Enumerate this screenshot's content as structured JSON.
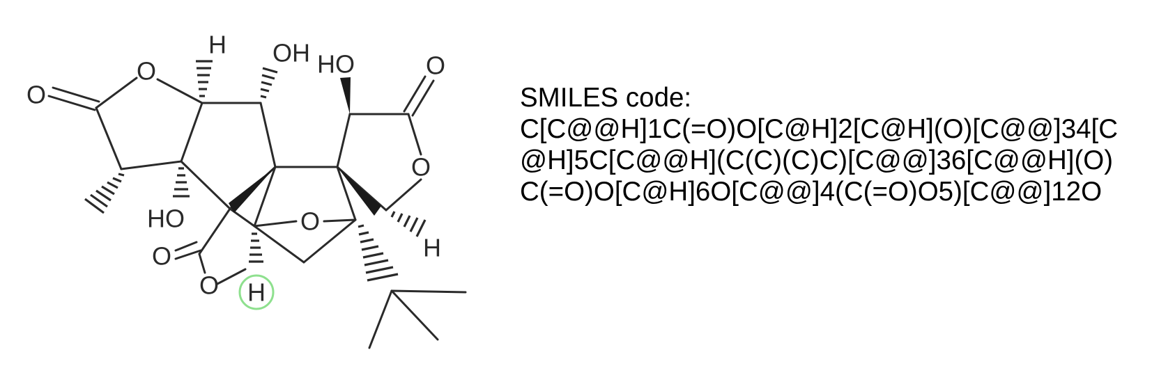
{
  "structure": {
    "atom_labels": {
      "o_lactone_a_carbonyl": "O",
      "o_lactone_a_ring": "O",
      "h_top": "H",
      "oh_top": "OH",
      "ho_top_right": "HO",
      "o_lactone_c_carbonyl": "O",
      "o_lactone_c_ring": "O",
      "h_right": "H",
      "ho_middle": "HO",
      "o_ether_bridge": "O",
      "o_lactone_b_carbonyl": "O",
      "o_lactone_b_ring": "O",
      "h_highlighted": "H"
    },
    "highlight_color": "#8ee08e"
  },
  "smiles": {
    "label": "SMILES code:",
    "lines": [
      "C[C@@H]1C(=O)O[C@H]2[C@H](O)[C@@]34[C",
      "@H]5C[C@@H](C(C)(C)C)[C@@]36[C@@H](O)",
      "C(=O)O[C@H]6O[C@@]4(C(=O)O5)[C@@]12O"
    ]
  }
}
